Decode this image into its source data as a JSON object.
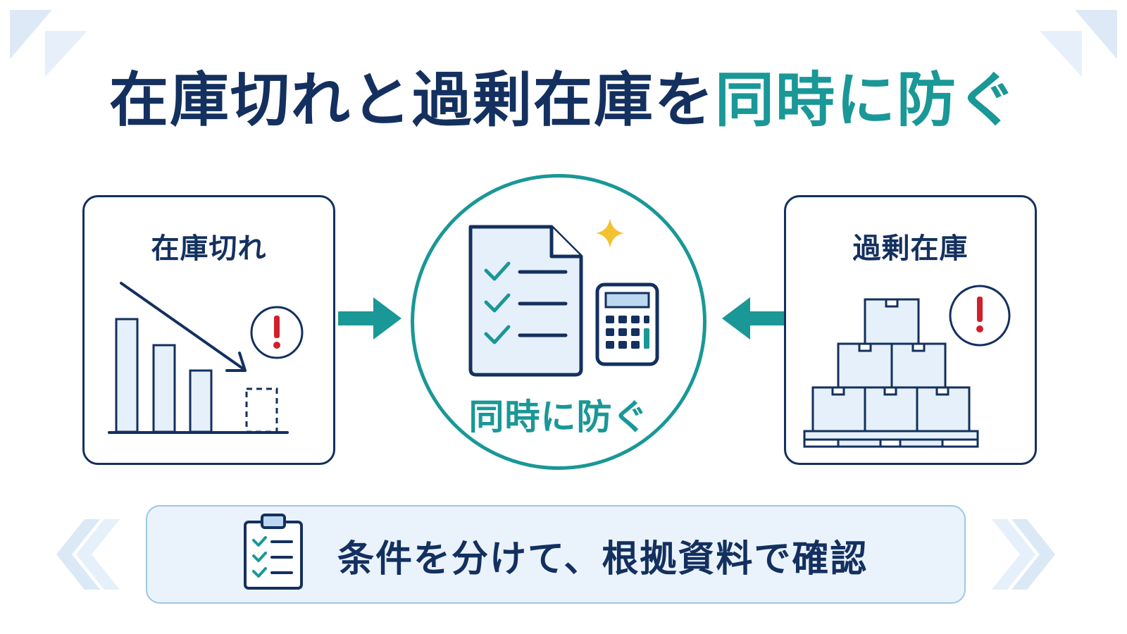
{
  "title": {
    "part1": "在庫切れと過剰在庫を",
    "part2": "同時に防ぐ"
  },
  "left_panel": {
    "label": "在庫切れ",
    "icon": "declining-bar-chart-icon",
    "alert_icon": "exclamation-icon"
  },
  "center": {
    "label": "同時に防ぐ",
    "icons": [
      "checklist-document-icon",
      "calculator-icon",
      "sparkle-icon"
    ]
  },
  "right_panel": {
    "label": "過剰在庫",
    "icon": "stacked-boxes-pallet-icon",
    "alert_icon": "exclamation-icon"
  },
  "bottom": {
    "text": "条件を分けて、根拠資料で確認",
    "icon": "clipboard-checklist-icon"
  },
  "colors": {
    "navy": "#13305f",
    "teal": "#1a9797",
    "light_blue_fill": "#e6f0fa",
    "alert_red": "#d0202a",
    "bar_background": "#eaf3fb"
  }
}
